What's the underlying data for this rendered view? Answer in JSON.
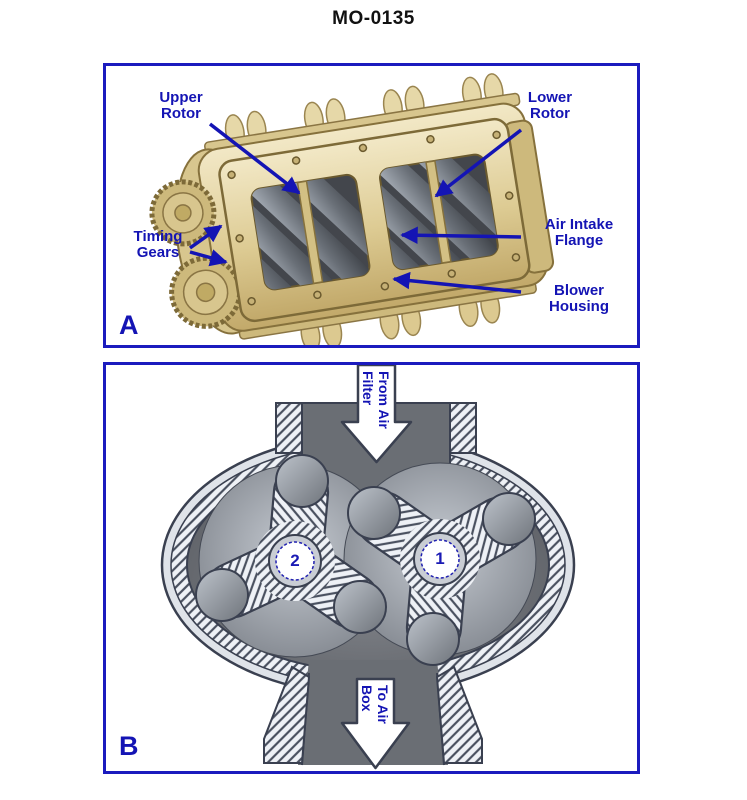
{
  "title": "MO-0135",
  "colors": {
    "label_blue": "#1414b4",
    "panel_border_blue": "#1b1bbe",
    "housing_tan": "#d8c68e",
    "rotor_gray": "#585c63",
    "hatch_background": "#eef1f6",
    "hatch_line": "#4a5160",
    "chamber_gray": "#63666c",
    "title_color": "#111111"
  },
  "panel_a": {
    "letter": "A",
    "labels": {
      "upper_rotor": "Upper\nRotor",
      "lower_rotor": "Lower\nRotor",
      "timing_gears": "Timing\nGears",
      "air_intake_flange": "Air Intake\nFlange",
      "blower_housing": "Blower\nHousing"
    }
  },
  "panel_b": {
    "letter": "B",
    "rotor_1_label": "1",
    "rotor_2_label": "2",
    "arrow_top_label": "From Air\nFilter",
    "arrow_bottom_label": "To Air\nBox"
  }
}
